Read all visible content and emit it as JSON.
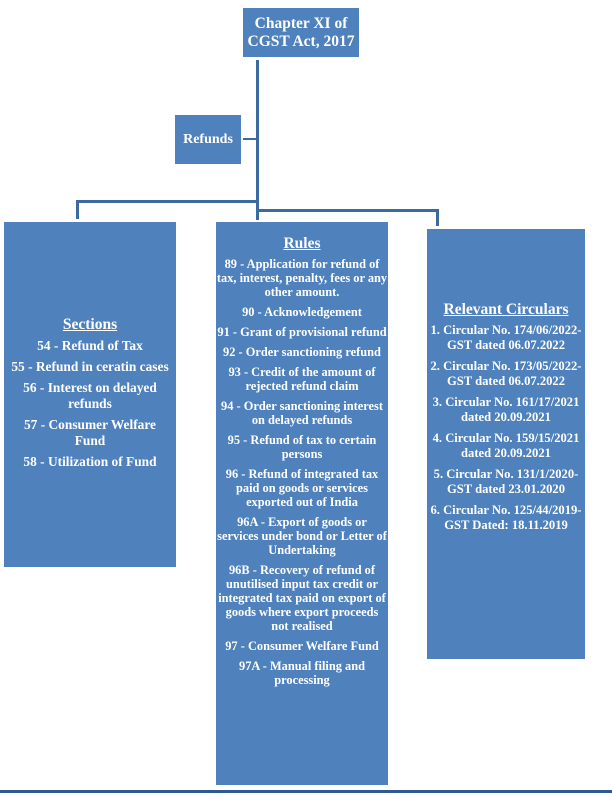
{
  "root": {
    "title": "Chapter XI of CGST Act, 2017"
  },
  "topic": {
    "title": "Refunds"
  },
  "sections": {
    "heading": "Sections",
    "items": [
      "54 - Refund of Tax",
      "55 - Refund in ceratin cases",
      "56 - Interest on delayed refunds",
      "57 - Consumer Welfare Fund",
      "58 - Utilization of Fund"
    ]
  },
  "rules": {
    "heading": "Rules",
    "items": [
      "89 - Application for refund of tax, interest, penalty, fees or any other amount.",
      "90 - Acknowledgement",
      "91 - Grant of provisional refund",
      "92 - Order sanctioning refund",
      "93 - Credit of the amount of rejected refund claim",
      "94 - Order sanctioning interest on delayed refunds",
      "95 - Refund of tax to certain persons",
      "96 - Refund of integrated tax paid on goods or services exported out of India",
      "96A - Export of goods or services under bond or Letter of Undertaking",
      "96B - Recovery of refund of unutilised input tax credit or integrated tax paid on export of goods where export proceeds not realised",
      "97 - Consumer Welfare Fund",
      "97A - Manual filing and processing"
    ]
  },
  "circulars": {
    "heading": "Relevant Circulars",
    "items": [
      "1. Circular No. 174/06/2022-GST dated 06.07.2022",
      "2. Circular No. 173/05/2022-GST dated 06.07.2022",
      "3. Circular No. 161/17/2021 dated 20.09.2021",
      "4. Circular No. 159/15/2021 dated 20.09.2021",
      "5. Circular No. 131/1/2020-GST dated 23.01.2020",
      "6. Circular No. 125/44/2019-GST Dated: 18.11.2019"
    ]
  },
  "colors": {
    "box_fill": "#4f81bd",
    "connector": "#3b6aa0",
    "text": "#ffffff"
  }
}
